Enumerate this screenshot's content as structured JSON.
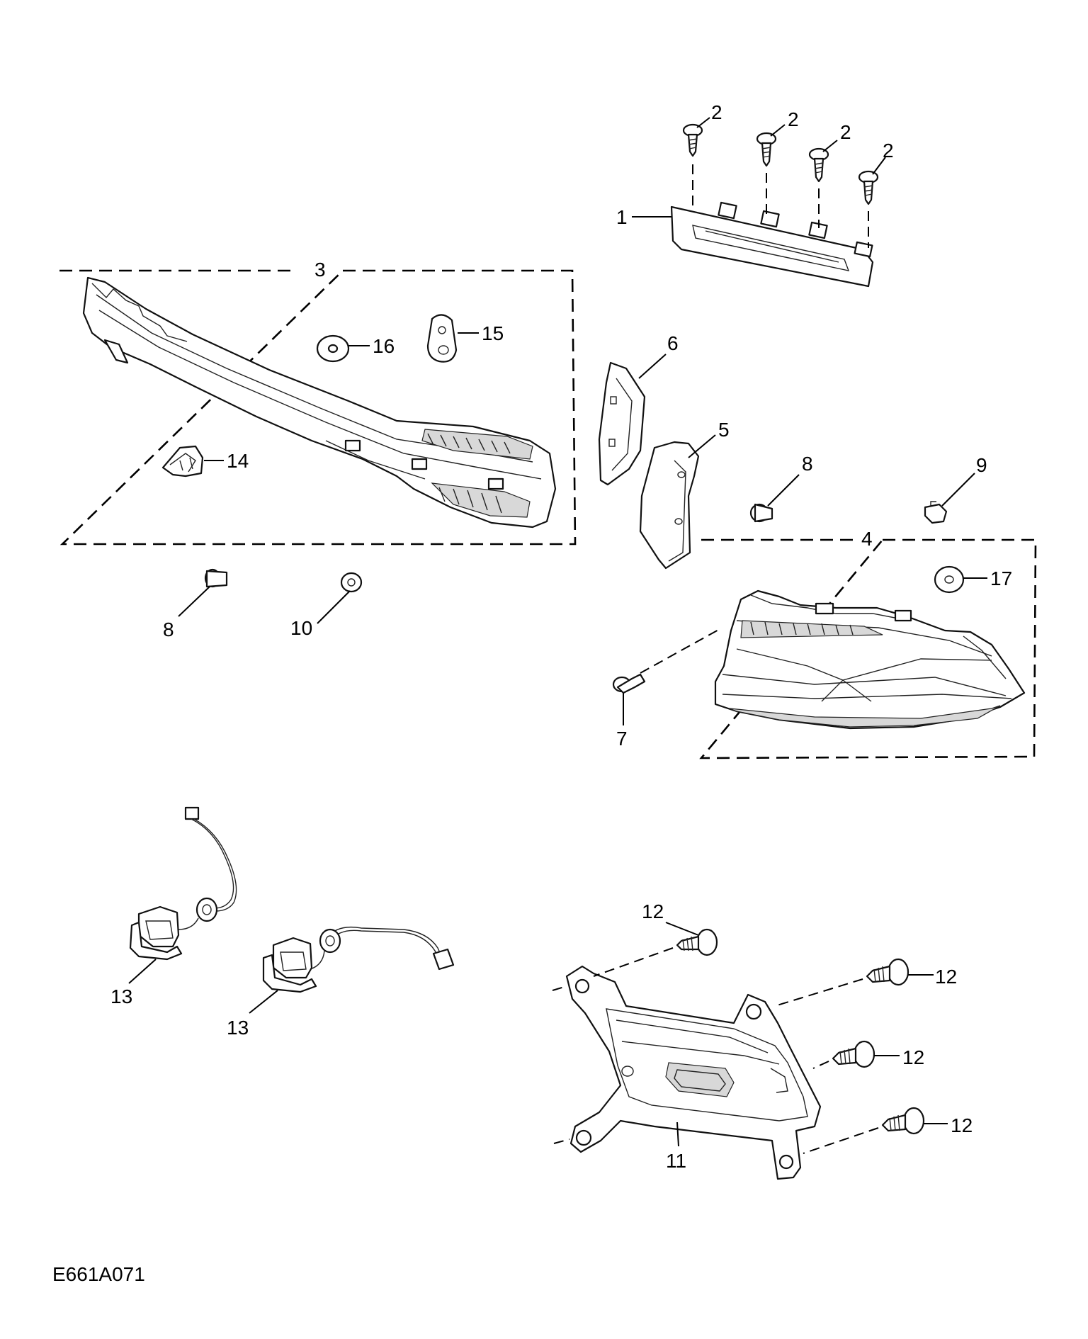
{
  "diagram_code": "E661A071",
  "callouts": {
    "c1": "1",
    "c2": "2",
    "c3": "3",
    "c4": "4",
    "c5": "5",
    "c6": "6",
    "c7": "7",
    "c8": "8",
    "c9": "9",
    "c10": "10",
    "c11": "11",
    "c12": "12",
    "c13": "13",
    "c14": "14",
    "c15": "15",
    "c16": "16",
    "c17": "17"
  }
}
